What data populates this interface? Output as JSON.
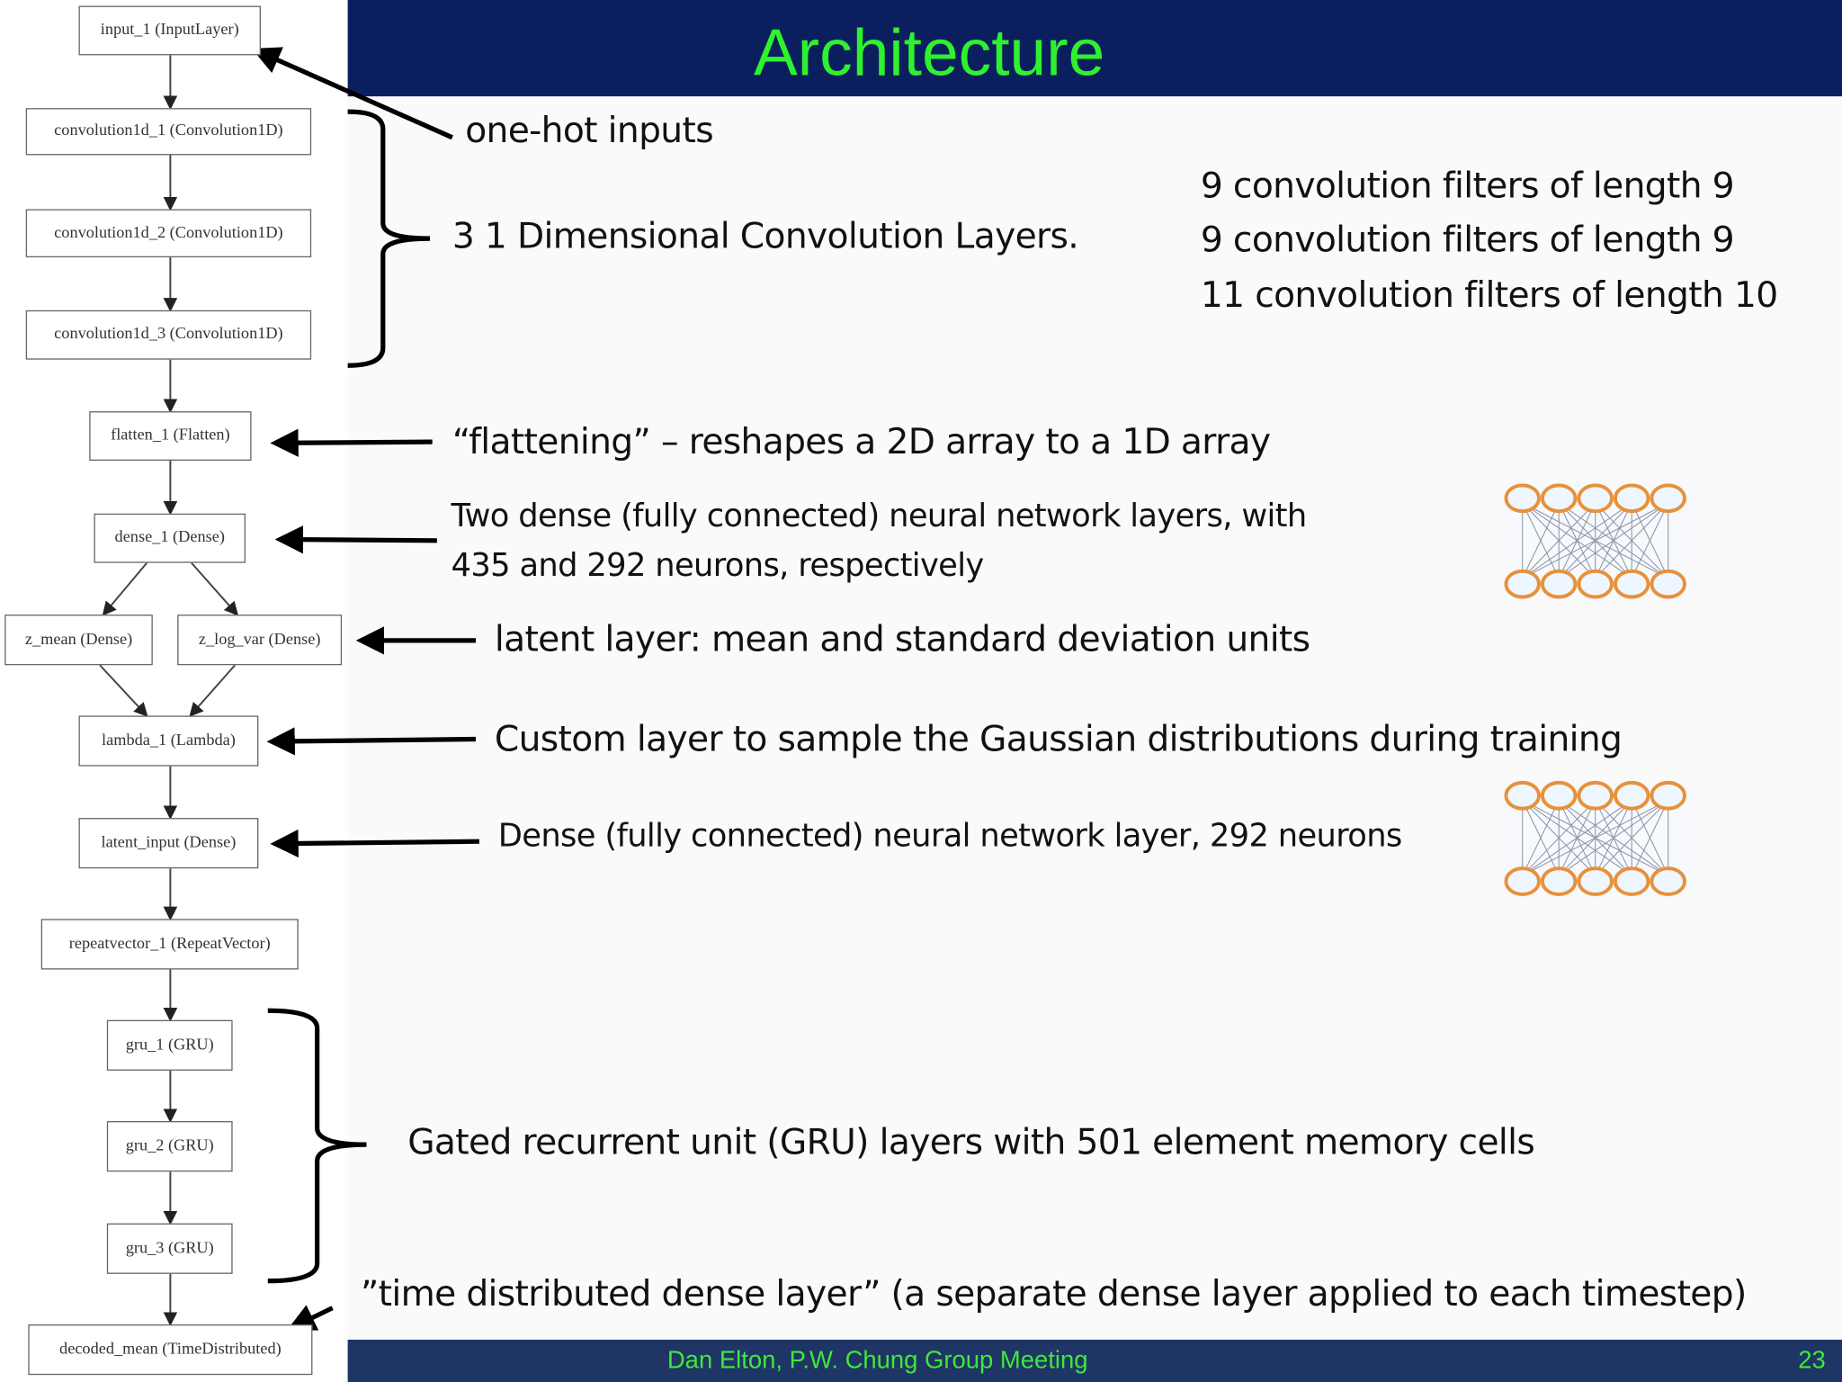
{
  "header": {
    "title": "Architecture"
  },
  "footer": {
    "text": "Dan Elton, P.W. Chung Group Meeting",
    "page": "23"
  },
  "layers": [
    "input_1 (InputLayer)",
    "convolution1d_1 (Convolution1D)",
    "convolution1d_2 (Convolution1D)",
    "convolution1d_3 (Convolution1D)",
    "flatten_1 (Flatten)",
    "dense_1 (Dense)",
    "z_mean (Dense)",
    "z_log_var (Dense)",
    "lambda_1 (Lambda)",
    "latent_input (Dense)",
    "repeatvector_1 (RepeatVector)",
    "gru_1 (GRU)",
    "gru_2 (GRU)",
    "gru_3 (GRU)",
    "decoded_mean (TimeDistributed)"
  ],
  "annotations": {
    "one_hot": "one-hot inputs",
    "conv": "3 1 Dimensional Convolution Layers.",
    "conv_filters": [
      "9 convolution filters of length 9",
      "9 convolution filters of length 9",
      "11 convolution filters of length 10"
    ],
    "flatten": "“flattening” – reshapes a 2D array to a 1D array",
    "dense_line1": "Two dense (fully connected) neural network layers, with",
    "dense_line2": "435 and 292 neurons, respectively",
    "latent": "latent layer: mean and standard deviation units",
    "lambda": "Custom layer to sample the Gaussian distributions during training",
    "latent_input": "Dense (fully connected) neural network layer, 292 neurons",
    "gru": "Gated recurrent unit (GRU) layers with 501 element memory cells",
    "time_distributed": "”time distributed dense layer” (a separate dense layer applied to each timestep)"
  },
  "colors": {
    "header_bg": "#0b1f5e",
    "title": "#2ef22e",
    "footer_bg": "#1f3566",
    "neuron": "#e8913a"
  }
}
